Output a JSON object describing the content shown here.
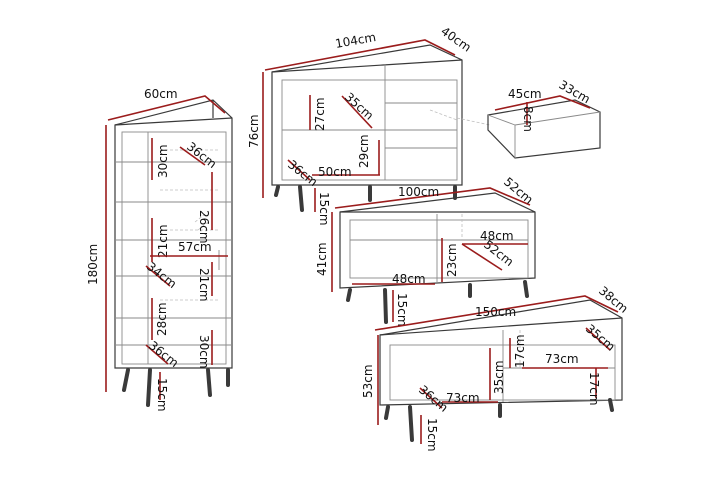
{
  "colors": {
    "dimension_line": "#9b1c1c",
    "outline": "#3a3a3a",
    "background": "#ffffff"
  },
  "tall_cabinet": {
    "width": "60cm",
    "height": "180cm",
    "shelf_heights": [
      "30cm",
      "26cm",
      "21cm",
      "21cm",
      "28cm",
      "30cm"
    ],
    "depths": [
      "36cm",
      "34cm",
      "36cm"
    ],
    "inner_width": "57cm",
    "leg_height": "15cm"
  },
  "sideboard": {
    "width": "104cm",
    "depth": "40cm",
    "height": "76cm",
    "shelf_height": "27cm",
    "shelf_depth": "35cm",
    "depth_bottom": "36cm",
    "inner_width": "50cm",
    "inner_height": "29cm",
    "leg_height": "15cm"
  },
  "drawer": {
    "width": "45cm",
    "depth": "33cm",
    "height": "8cm"
  },
  "coffee_table": {
    "width": "100cm",
    "depth": "52cm",
    "height": "41cm",
    "inner_width_top": "48cm",
    "inner_width_bottom": "48cm",
    "inner_height": "23cm",
    "inner_depth": "52cm",
    "leg_height": "15cm"
  },
  "tv_bench": {
    "width": "150cm",
    "depth": "38cm",
    "height": "53cm",
    "right_depth": "35cm",
    "right_width": "73cm",
    "right_height_a": "17cm",
    "right_height_b": "17cm",
    "center_height": "35cm",
    "left_depth": "36cm",
    "left_width": "73cm",
    "leg_height": "15cm"
  }
}
